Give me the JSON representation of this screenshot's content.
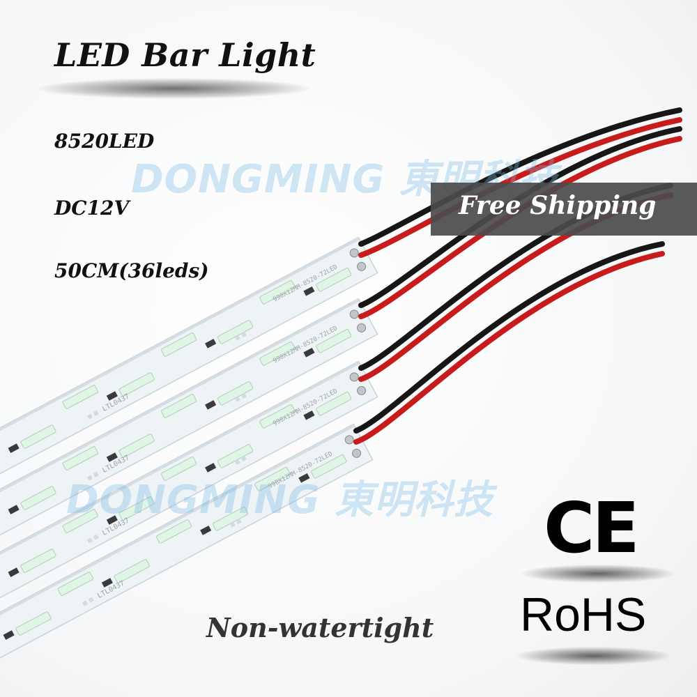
{
  "product": {
    "title": "LED Bar Light",
    "specs": {
      "led_type": "8520LED",
      "voltage": "DC12V",
      "length": "50CM(36leds)"
    },
    "shipping_label": "Free Shipping",
    "waterproof_label": "Non-watertight"
  },
  "certifications": {
    "ce": "CE",
    "rohs": "RoHS"
  },
  "watermark": {
    "text": "DONGMING 東明科技"
  },
  "board": {
    "part_code": "990X12MM-8520-72LED",
    "model_code": "LTL0437",
    "polarity_neg": "-|-",
    "polarity_pos": "+|+"
  },
  "colors": {
    "board": "#eef3f6",
    "led": "#dff6e4",
    "wire_red": "#c81b1b",
    "wire_black": "#161616",
    "banner": "#4b4b4b",
    "watermark": "#78b9e6"
  }
}
